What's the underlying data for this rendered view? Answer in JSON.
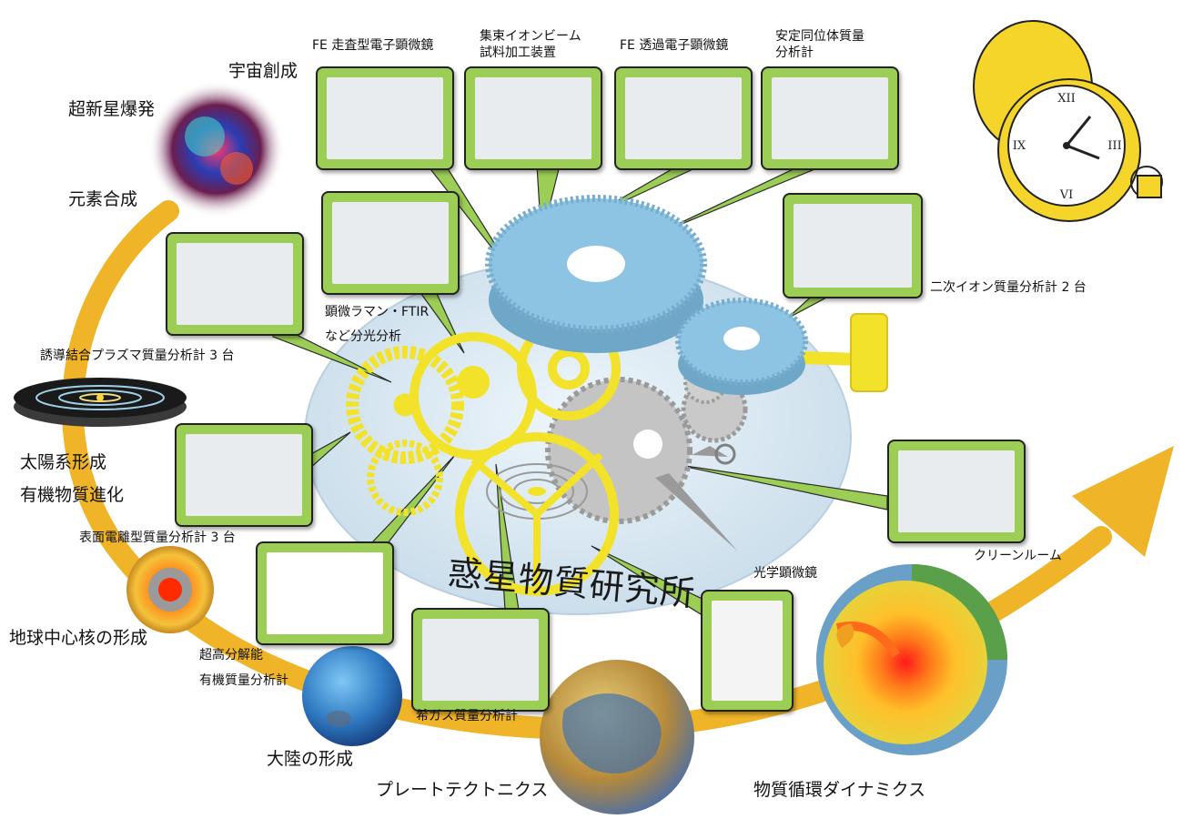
{
  "center_title": "惑星物質研究所",
  "instruments": [
    {
      "id": "fe-sem",
      "label": "FE 走査型電子顕微鏡"
    },
    {
      "id": "fib",
      "label": "集束イオンビーム",
      "label2": "試料加工装置"
    },
    {
      "id": "fe-tem",
      "label": "FE 透過電子顕微鏡"
    },
    {
      "id": "irms",
      "label": "安定同位体質量",
      "label2": "分析計"
    },
    {
      "id": "sims",
      "label": "二次イオン質量分析計 2 台"
    },
    {
      "id": "raman",
      "label": "顕微ラマン・FTIR",
      "label2": "など分光分析"
    },
    {
      "id": "icp",
      "label": "誘導結合プラズマ質量分析計 3 台"
    },
    {
      "id": "tims",
      "label": "表面電離型質量分析計 3 台"
    },
    {
      "id": "hrms",
      "label": "超高分解能",
      "label2": "有機質量分析計"
    },
    {
      "id": "noble",
      "label": "希ガス質量分析計"
    },
    {
      "id": "optical",
      "label": "光学顕微鏡"
    },
    {
      "id": "clean",
      "label": "クリーンルーム"
    }
  ],
  "evolution": [
    {
      "id": "cosmos",
      "label": "宇宙創成"
    },
    {
      "id": "supernova",
      "label": "超新星爆発"
    },
    {
      "id": "nucleo",
      "label": "元素合成"
    },
    {
      "id": "solar",
      "label": "太陽系形成"
    },
    {
      "id": "organic",
      "label": "有機物質進化"
    },
    {
      "id": "core",
      "label": "地球中心核の形成"
    },
    {
      "id": "continent",
      "label": "大陸の形成"
    },
    {
      "id": "plate",
      "label": "プレートテクトニクス"
    },
    {
      "id": "cycle",
      "label": "物質循環ダイナミクス"
    }
  ],
  "colors": {
    "arrow": "#f0b429",
    "photo_frame": "#9ccd55",
    "gear_yellow": "#f3e22a",
    "gear_blue": "#8ec4e3",
    "gear_gray": "#bcbcbc",
    "base_disc": "#dcebf6"
  }
}
